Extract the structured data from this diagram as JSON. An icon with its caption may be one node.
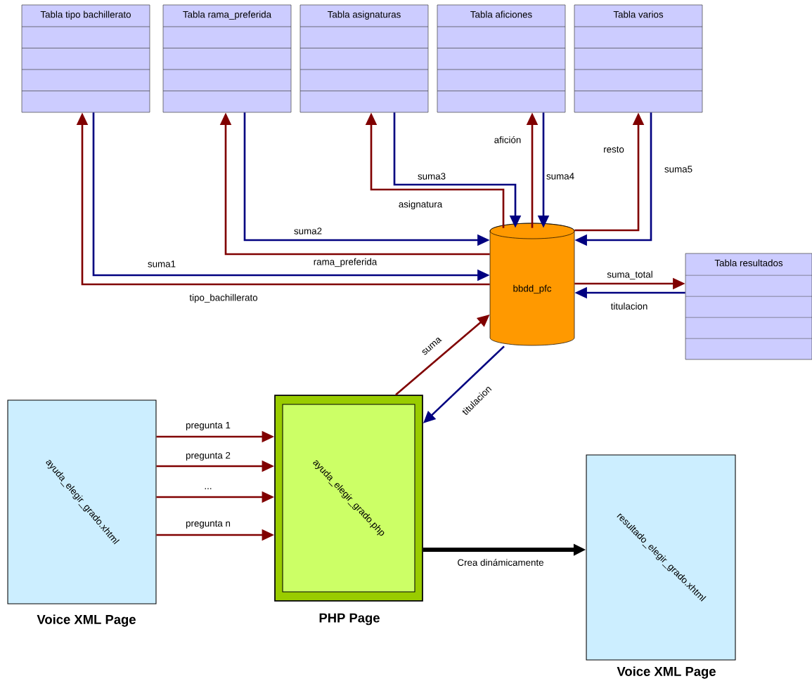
{
  "diagram": {
    "nodes": [
      {
        "text": [
          "Tabla tipo bachillerato"
        ]
      },
      {
        "text": [
          "Tabla rama_preferida"
        ]
      },
      {
        "text": [
          "Tabla asignaturas"
        ]
      },
      {
        "text": [
          "Tabla aficiones"
        ]
      },
      {
        "text": [
          "Tabla varios"
        ]
      },
      {
        "text": [
          "bbdd_pfc"
        ]
      },
      {
        "text": [
          "Tabla resultados"
        ]
      },
      {
        "text": [
          "ayuda_elegir_grado.xhtml"
        ],
        "beside": [
          "Voice XML Page"
        ]
      },
      {
        "text": [],
        "shape": "box",
        "beside": [
          "PHP Page"
        ]
      },
      {
        "text": [
          "ayuda_elegir_grado.php"
        ],
        "in": 8
      },
      {
        "text": [
          "resultado_elegir_grado.xhtml"
        ],
        "beside": [
          "Voice XML Page"
        ]
      }
    ],
    "edges": [
      {
        "from": 5,
        "to": 0,
        "arrow": "to",
        "label": "tipo_bachillerato"
      },
      {
        "from": 0,
        "to": 5,
        "arrow": "to",
        "label": "suma1",
        "color": "#000080"
      },
      {
        "from": 5,
        "to": 1,
        "arrow": "to",
        "label": "rama_preferida"
      },
      {
        "from": 1,
        "to": 5,
        "arrow": "to",
        "label": "suma2",
        "color": "#000080"
      },
      {
        "from": 5,
        "to": 2,
        "arrow": "to",
        "label": "asignatura"
      },
      {
        "from": 2,
        "to": 5,
        "arrow": "to",
        "label": "suma3",
        "color": "#000080"
      },
      {
        "from": 5,
        "to": 3,
        "arrow": "to",
        "label": "afición"
      },
      {
        "from": 3,
        "to": 5,
        "arrow": "to",
        "label": "suma4",
        "color": "#000080"
      },
      {
        "from": 5,
        "to": 4,
        "arrow": "to",
        "label": "resto"
      },
      {
        "from": 4,
        "to": 5,
        "arrow": "to",
        "label": "suma5",
        "color": "#000080"
      },
      {
        "from": 5,
        "to": 6,
        "arrow": "to",
        "label": "suma_total"
      },
      {
        "from": 6,
        "to": 5,
        "arrow": "to",
        "label": "titulacion",
        "color": "#000080"
      },
      {
        "from": 8,
        "to": 5,
        "arrow": "to",
        "label": "suma"
      },
      {
        "from": 5,
        "to": 8,
        "arrow": "to",
        "label": "titulacion",
        "color": "#000080"
      },
      {
        "from": 7,
        "to": 8,
        "arrow": "to",
        "label": "pregunta 1"
      },
      {
        "from": 7,
        "to": 8,
        "arrow": "to",
        "label": "pregunta 2"
      },
      {
        "from": 7,
        "to": 8,
        "arrow": "to",
        "label": "..."
      },
      {
        "from": 7,
        "to": 8,
        "arrow": "to",
        "label": "pregunta n"
      },
      {
        "from": 8,
        "to": 10,
        "arrow": "to",
        "label": "Crea dinámicamente",
        "style": "thick",
        "color": "#000000"
      }
    ]
  }
}
